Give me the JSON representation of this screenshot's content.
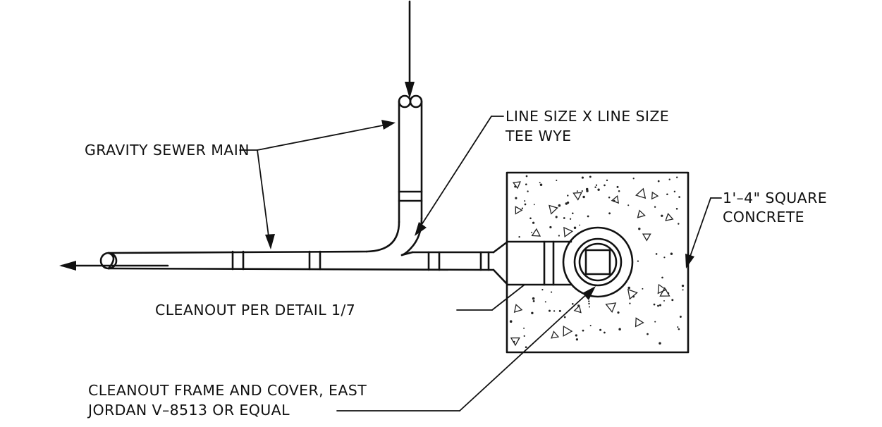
{
  "labels": {
    "gravity_sewer_main": "GRAVITY SEWER MAIN",
    "tee_wye_line1": "LINE SIZE X LINE SIZE",
    "tee_wye_line2": "TEE WYE",
    "square_concrete_line1": "1'–4\" SQUARE",
    "square_concrete_line2": "CONCRETE",
    "cleanout_detail": "CLEANOUT PER DETAIL 1/7",
    "frame_cover_line1": "CLEANOUT FRAME AND COVER, EAST",
    "frame_cover_line2": "JORDAN V–8513 OR EQUAL"
  }
}
